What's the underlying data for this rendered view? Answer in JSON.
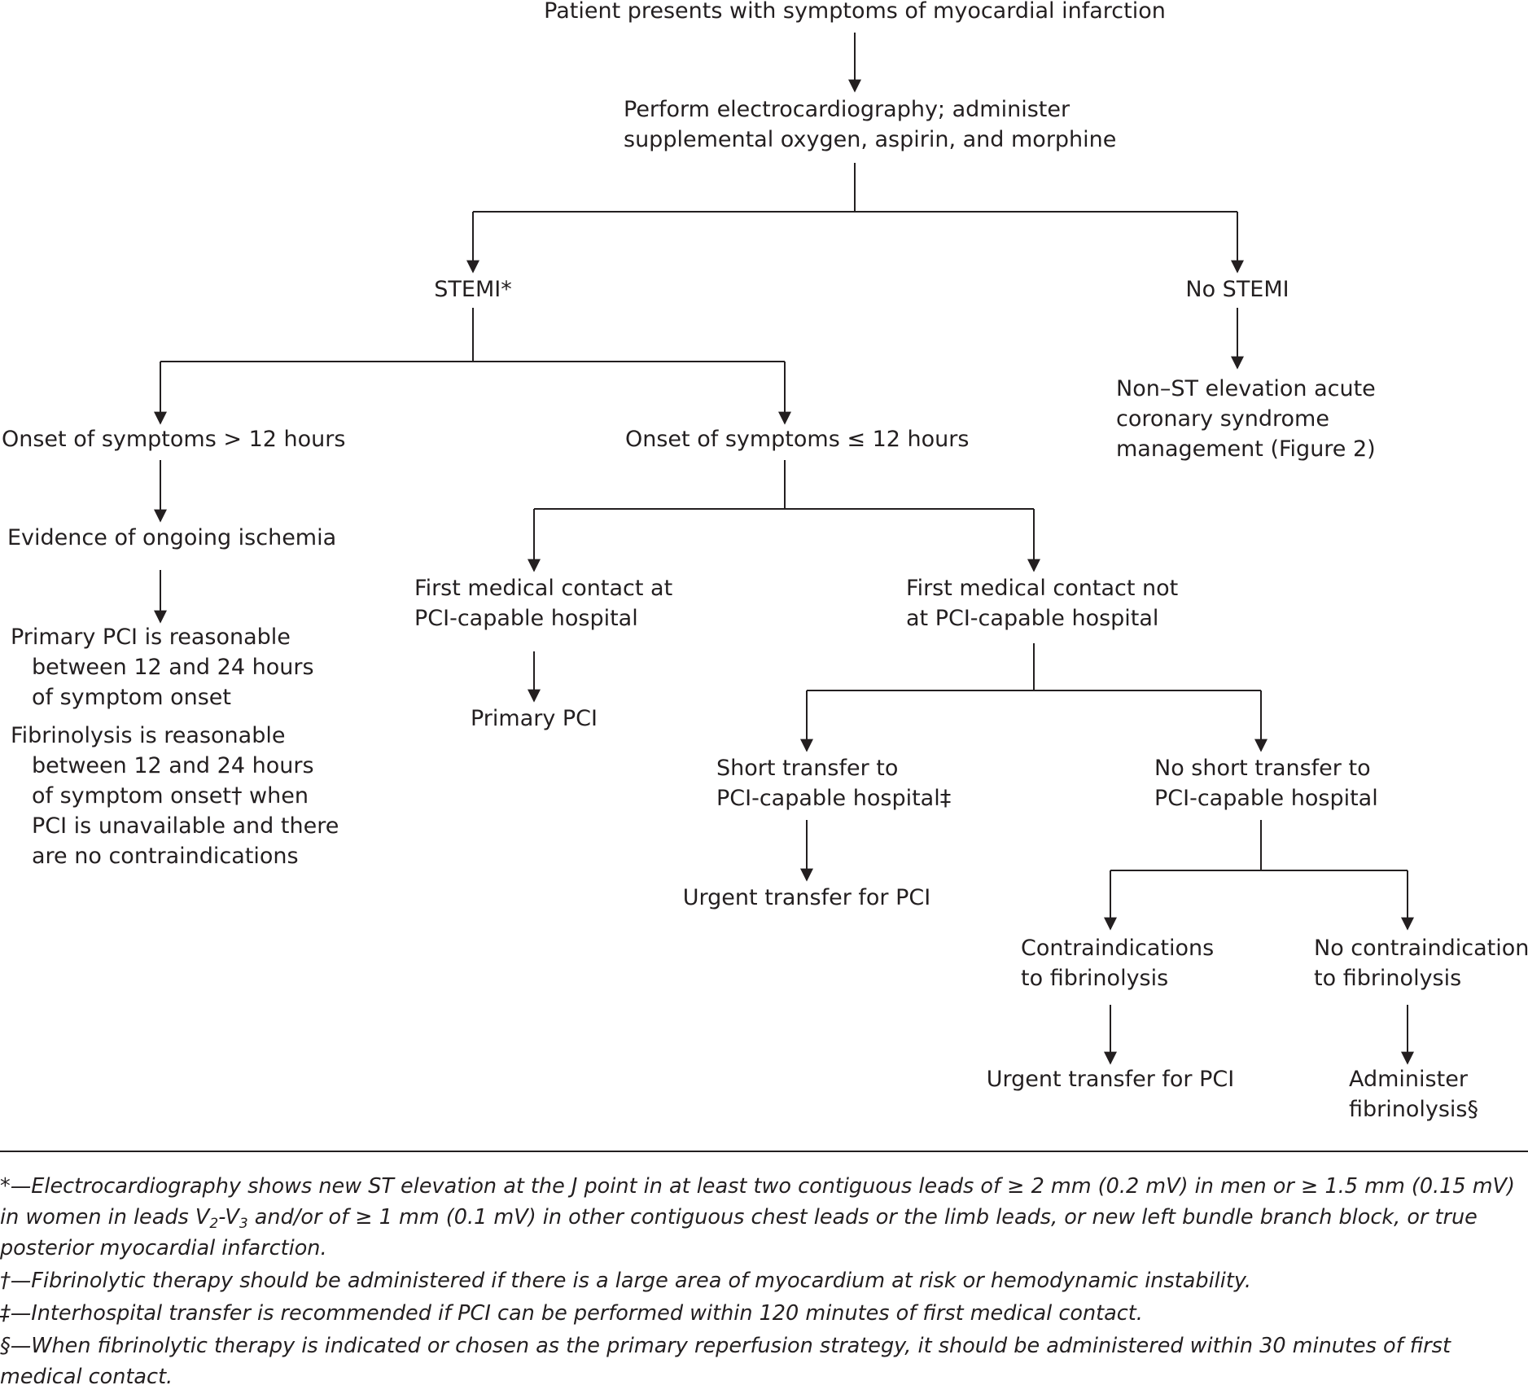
{
  "nodes": {
    "start": [
      "Patient presents with symptoms of myocardial infarction"
    ],
    "ecg": [
      "Perform electrocardiography; administer",
      "supplemental oxygen, aspirin, and morphine"
    ],
    "stemi": [
      "STEMI*"
    ],
    "no_stemi": [
      "No STEMI"
    ],
    "nste": [
      "Non–ST elevation acute",
      "coronary syndrome",
      "management (Figure 2)"
    ],
    "late": [
      "Onset of symptoms > 12 hours"
    ],
    "early": [
      "Onset of symptoms ≤ 12 hours"
    ],
    "ischemia": [
      "Evidence of ongoing ischemia"
    ],
    "late_pci": [
      "Primary PCI is reasonable",
      "between 12 and 24 hours",
      "of symptom onset"
    ],
    "late_fib": [
      "Fibrinolysis is reasonable",
      "between 12 and 24 hours",
      "of symptom onset† when",
      "PCI is unavailable and there",
      "are no contraindications"
    ],
    "fmc_pci": [
      "First medical contact at",
      "PCI-capable hospital"
    ],
    "fmc_nopci": [
      "First medical contact not",
      "at PCI-capable hospital"
    ],
    "primary_pci": [
      "Primary PCI"
    ],
    "short": [
      "Short transfer to",
      "PCI-capable hospital‡"
    ],
    "no_short": [
      "No short transfer to",
      "PCI-capable hospital"
    ],
    "urgent1": [
      "Urgent transfer for PCI"
    ],
    "contra": [
      "Contraindications",
      "to fibrinolysis"
    ],
    "no_contra": [
      "No contraindications",
      "to fibrinolysis"
    ],
    "urgent2": [
      "Urgent transfer for PCI"
    ],
    "administer": [
      "Administer",
      "fibrinolysis§"
    ]
  },
  "footnotes": {
    "star_a": "*—Electrocardiography shows new ST elevation at the J point in at least two contiguous leads of ≥ 2 mm (0.2 mV) in men or ≥ 1.5 mm (0.15 mV) in women in leads V",
    "star_sub1": "2",
    "star_b": "-V",
    "star_sub2": "3",
    "star_c": " and/or of ≥ 1 mm (0.1 mV) in other contiguous chest leads or the limb leads, or new left bundle branch block, or true posterior myocardial infarction.",
    "dagger": "†—Fibrinolytic therapy should be administered if there is a large area of myocardium at risk or hemodynamic instability.",
    "ddagger": "‡—Interhospital transfer is recommended if PCI can be performed within 120 minutes of first medical contact.",
    "section": "§—When fibrinolytic therapy is indicated or chosen as the primary reperfusion strategy, it should be administered within 30 minutes of first medical contact."
  },
  "colors": {
    "ink": "#231f20",
    "background": "#ffffff"
  }
}
